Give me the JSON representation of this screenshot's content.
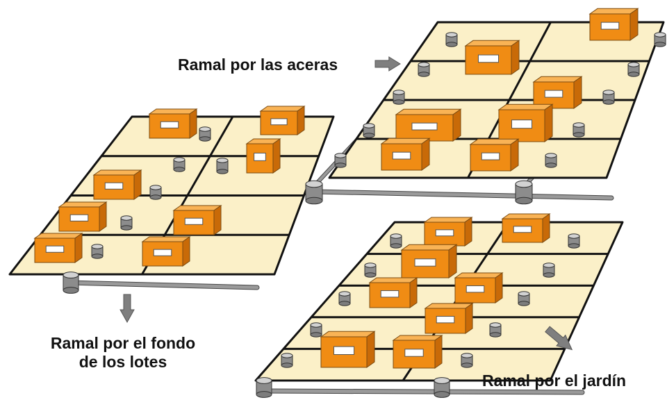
{
  "labels": {
    "aceras": "Ramal por las aceras",
    "fondo_line1": "Ramal por el fondo",
    "fondo_line2": "de los lotes",
    "jardin": "Ramal por el jardín"
  },
  "colors": {
    "lot_fill": "#fbf0c8",
    "grid_line": "#111111",
    "house_front": "#f08c14",
    "house_top": "#f9b355",
    "house_side": "#c86a08",
    "window": "#ffffff",
    "pipe": "#9a9a9a",
    "arrow": "#7f7f7f"
  },
  "icons": [
    "house-box-icon",
    "manhole-icon",
    "arrow-icon"
  ]
}
